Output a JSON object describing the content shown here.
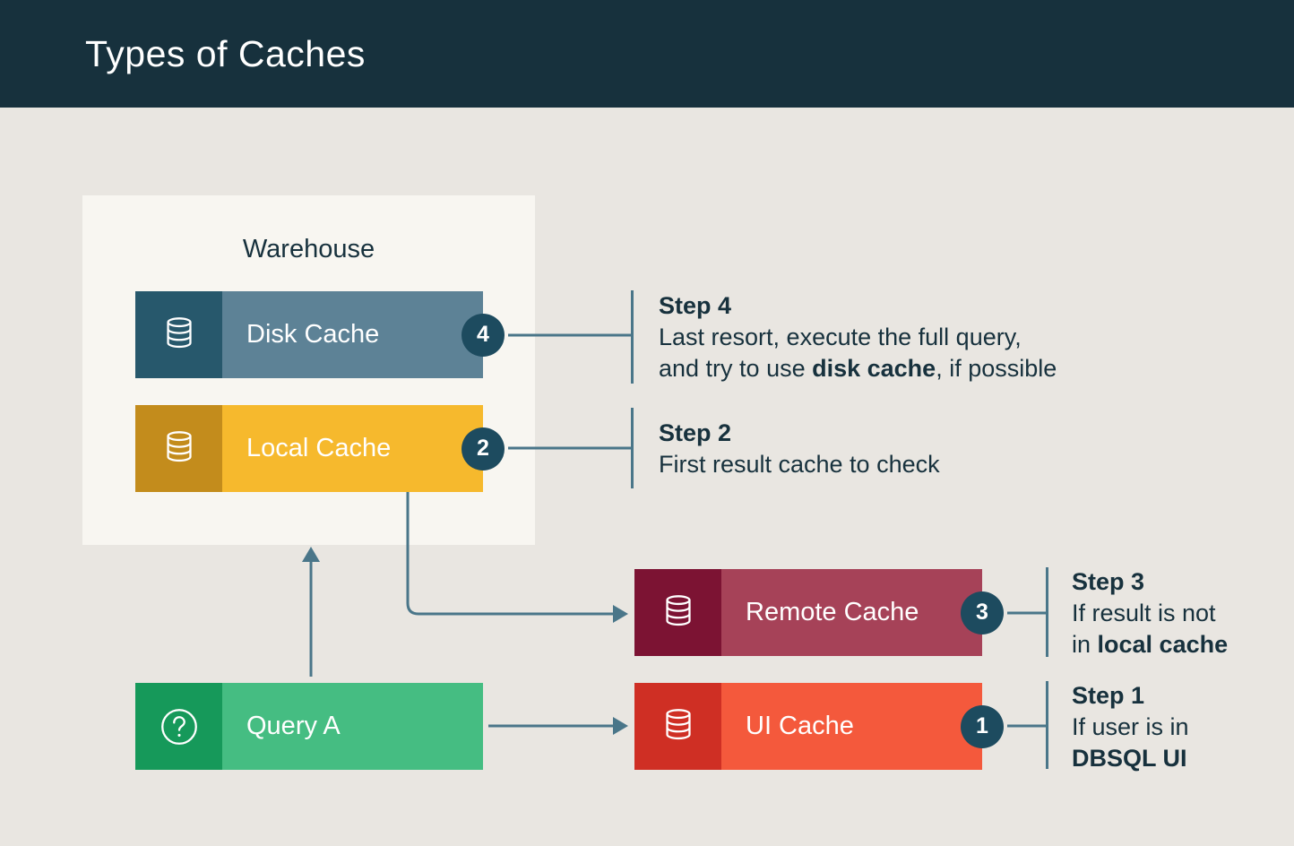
{
  "header": {
    "title": "Types of Caches"
  },
  "warehouse": {
    "label": "Warehouse"
  },
  "nodes": {
    "disk_cache": {
      "label": "Disk Cache",
      "badge": "4",
      "bar_color": "#5d8296",
      "icon_color": "#27586c",
      "icon": "database-icon"
    },
    "local_cache": {
      "label": "Local Cache",
      "badge": "2",
      "bar_color": "#f6b92d",
      "icon_color": "#c38c1c",
      "icon": "database-icon"
    },
    "remote_cache": {
      "label": "Remote Cache",
      "badge": "3",
      "bar_color": "#a64258",
      "icon_color": "#7c1333",
      "icon": "database-icon"
    },
    "ui_cache": {
      "label": "UI Cache",
      "badge": "1",
      "bar_color": "#f4593c",
      "icon_color": "#cf2f24",
      "icon": "database-icon"
    },
    "query_a": {
      "label": "Query A",
      "bar_color": "#45bd82",
      "icon_color": "#16995a",
      "icon": "question-circle-icon"
    }
  },
  "steps": {
    "step4": {
      "title": "Step 4",
      "line1": "Last resort, execute the full query,",
      "line2_pre": "and try to use ",
      "line2_bold": "disk cache",
      "line2_post": ", if possible"
    },
    "step2": {
      "title": "Step 2",
      "line1": "First result cache to check"
    },
    "step3": {
      "title": "Step 3",
      "line1": "If result is not",
      "line2_pre": "in ",
      "line2_bold": "local cache"
    },
    "step1": {
      "title": "Step 1",
      "line1": "If user is in",
      "line2_bold": "DBSQL UI"
    }
  },
  "colors": {
    "header_bg": "#17313d",
    "page_bg": "#e9e6e1",
    "card_bg": "#f8f6f1",
    "badge_bg": "#1d4b5f",
    "connector_line": "#4a7689",
    "text": "#17313d"
  }
}
